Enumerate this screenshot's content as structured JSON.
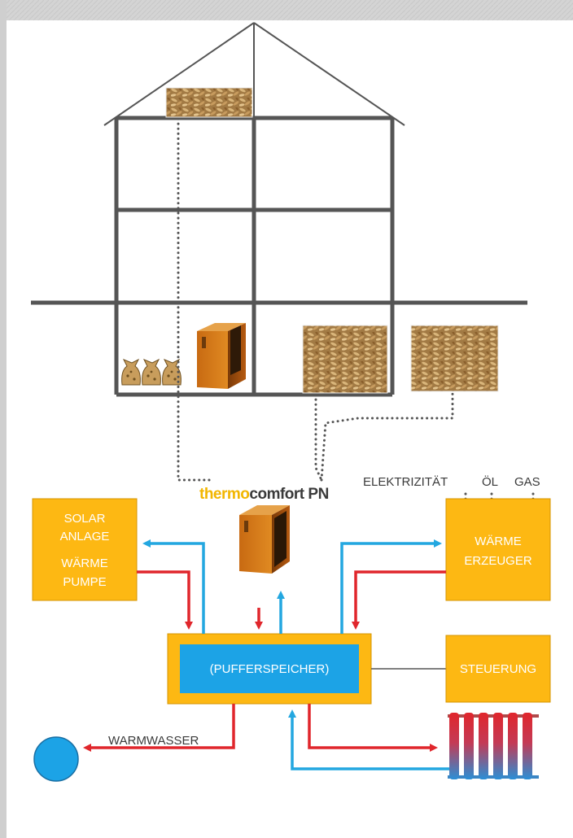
{
  "brand": {
    "part1": "thermo",
    "part2": "comfort",
    "part3": " PN"
  },
  "labels": {
    "solar_line1": "SOLAR",
    "solar_line2": "ANLAGE",
    "pump_line1": "WÄRME",
    "pump_line2": "PUMPE",
    "erzeuger_line1": "WÄRME",
    "erzeuger_line2": "ERZEUGER",
    "elektrizitaet": "ELEKTRIZITÄT",
    "oel": "ÖL",
    "gas": "GAS",
    "puffer": "(PUFFERSPEICHER)",
    "steuerung": "STEUERUNG",
    "warmwasser": "WARMWASSER"
  },
  "colors": {
    "box_fill": "#fdb813",
    "box_stroke": "#d59400",
    "hot_pipe": "#e0262c",
    "cold_pipe": "#23a7e0",
    "tank_blue": "#1ca3e6",
    "house_line": "#555555",
    "pellet": "#b38a4e"
  },
  "icons": [
    "pellet-storage-icon",
    "boiler-icon",
    "pellet-bag-icon",
    "radiator-icon",
    "warm-water-tap-icon"
  ]
}
